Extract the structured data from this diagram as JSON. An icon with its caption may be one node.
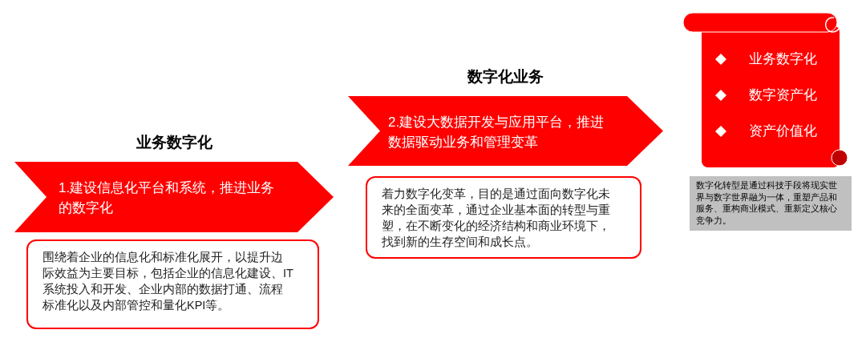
{
  "diagram": {
    "nodes": [
      {
        "text": [
          "业务数字化",
          "1.建设信息化平台和系统，推进业务的数字化"
        ]
      },
      {
        "text": [
          "围绕着企业的信息化和标准化展开，以提升边际效益为主要目标，包括企业的信息化建设、IT系统投入和开发、企业内部的数据打通、流程标准化以及内部管控和量化KPI等。"
        ]
      },
      {
        "text": [
          "数字化业务",
          "2.建设大数据开发与应用平台，推进数据驱动业务和管理变革"
        ]
      },
      {
        "text": [
          "着力数字化变革，目的是通过面向数字化未来的全面变革，通过企业基本面的转型与重塑，在不断变化的经济结构和商业环境下，找到新的生存空间和成长点。"
        ]
      },
      {
        "text": [
          "业务数字化",
          "数字资产化",
          "资产价值化"
        ]
      },
      {
        "text": [
          "数字化转型是通过科技手段将现实世界与数字世界融为一体，重塑产品和服务、重构商业模式、重新定义核心竞争力。"
        ]
      }
    ]
  }
}
